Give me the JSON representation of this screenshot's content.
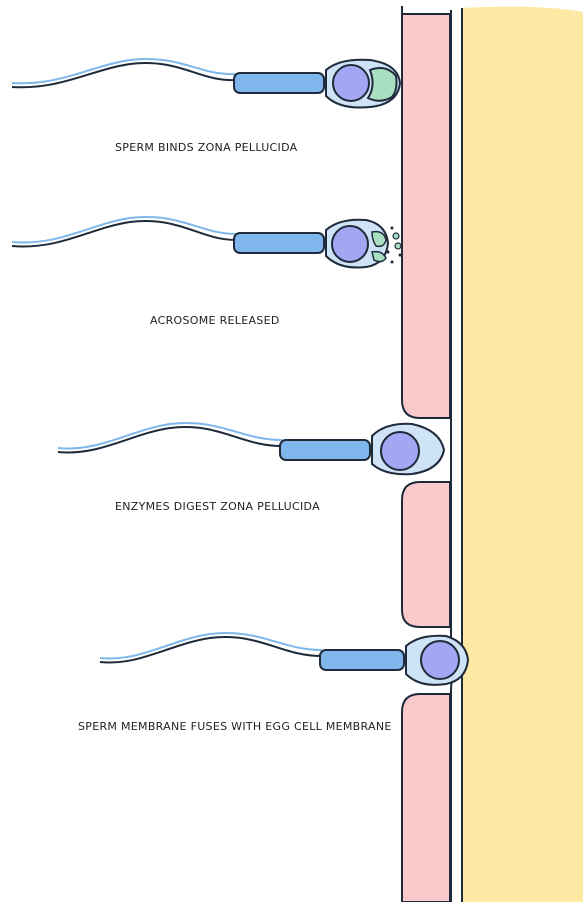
{
  "steps": [
    {
      "caption": "SPERM BINDS ZONA PELLUCIDA"
    },
    {
      "caption": "ACROSOME RELEASED"
    },
    {
      "caption": "ENZYMES DIGEST ZONA PELLUCIDA"
    },
    {
      "caption": "SPERM MEMBRANE FUSES WITH EGG CELL MEMBRANE"
    }
  ],
  "colors": {
    "egg_cytoplasm": "#fde9a4",
    "zona_pellucida": "#f9c9cb",
    "sperm_head": "#cfe3f6",
    "sperm_midpiece": "#7fb7ec",
    "nucleus": "#a3a6f2",
    "acrosome": "#a9e0c2",
    "outline": "#1f2a3a"
  }
}
